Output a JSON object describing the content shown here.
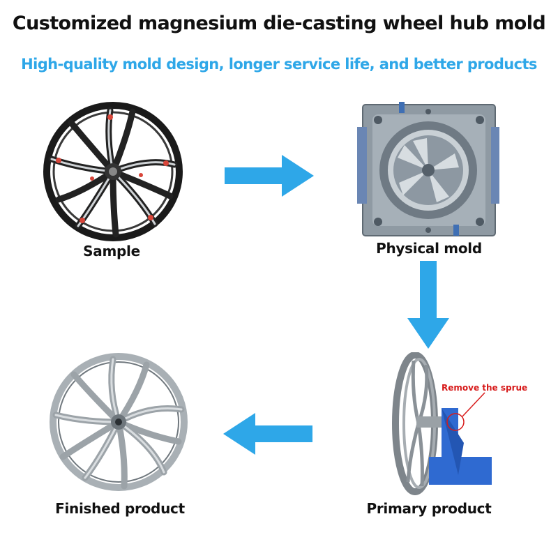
{
  "title": "Customized magnesium die-casting wheel hub mold",
  "subtitle": "High-quality mold design, longer service life, and better products",
  "steps": {
    "sample": "Sample",
    "physical_mold": "Physical mold",
    "primary_product": "Primary product",
    "finished_product": "Finished product"
  },
  "annotation": "Remove the sprue",
  "colors": {
    "accent": "#2ea7e8",
    "annotation": "#d71a1a",
    "stand": "#2f6ad1"
  }
}
